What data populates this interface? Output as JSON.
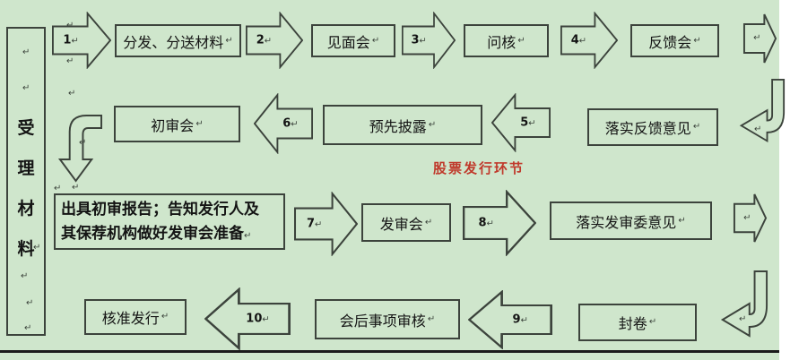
{
  "colors": {
    "canvas_green": "#cfe6cc",
    "outline": "#3c433c",
    "text": "#141414",
    "title_red": "#c0392b",
    "bottom_line": "#1b1b1b"
  },
  "return_mark": "↵",
  "title": {
    "text": "股票发行环节"
  },
  "left_box": {
    "chars": [
      "受",
      "理",
      "材",
      "料"
    ]
  },
  "nodes": {
    "distribute_materials": "分发、分送材料",
    "meeting_session": "见面会",
    "inquiry_check": "问核",
    "feedback_meeting": "反馈会",
    "implement_feedback": "落实反馈意见",
    "pre_disclosure": "预先披露",
    "preliminary_review_meeting": "初审会",
    "report_line1": "出具初审报告；告知发行人及",
    "report_line2": "其保荐机构做好发审会准备",
    "issuance_review_meeting": "发审会",
    "implement_committee_opinions": "落实发审委意见",
    "seal_volume": "封卷",
    "post_meeting_review": "会后事项审核",
    "approve_issuance": "核准发行"
  },
  "arrow_labels": {
    "a1": "1",
    "a2": "2",
    "a3": "3",
    "a4": "4",
    "a5": "5",
    "a6": "6",
    "a7": "7",
    "a8": "8",
    "a9": "9",
    "a10": "10"
  }
}
